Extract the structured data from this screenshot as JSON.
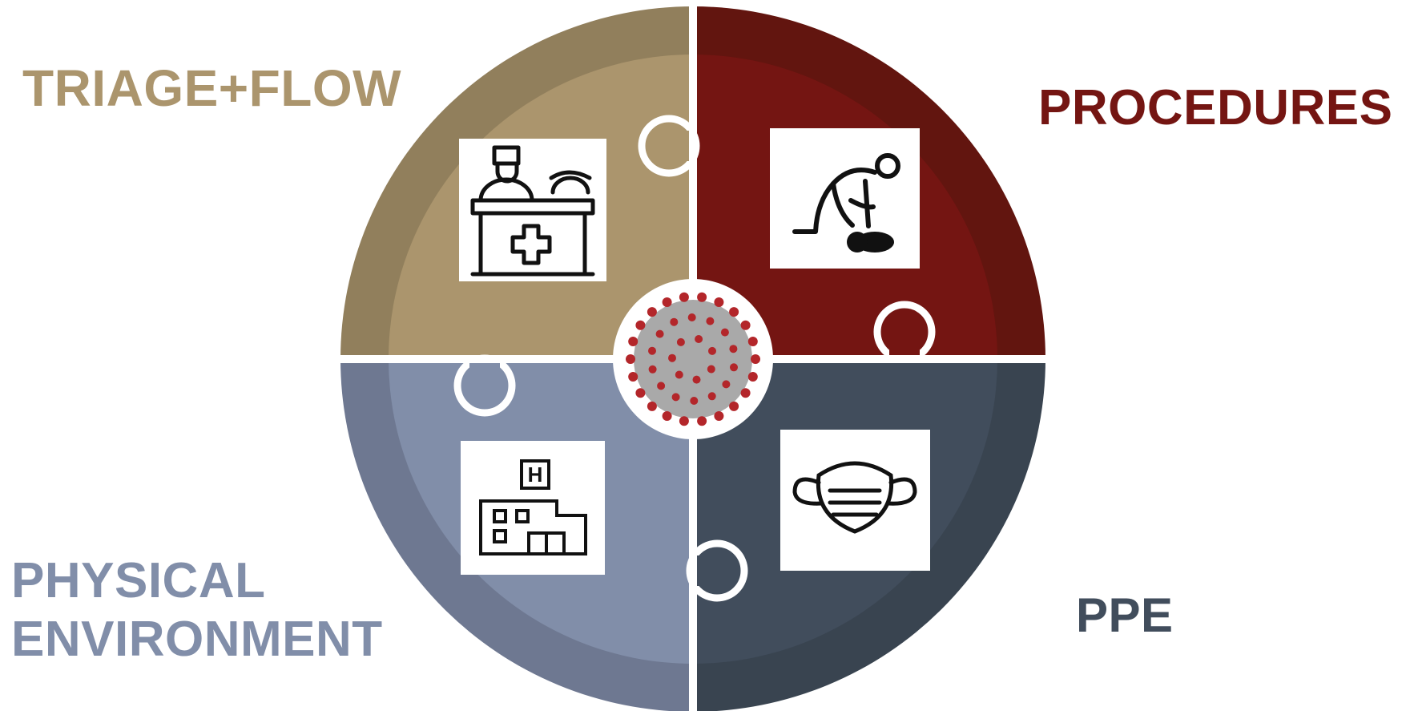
{
  "labels": {
    "triage_flow": "TRIAGE+FLOW",
    "procedures": "PROCEDURES",
    "physical_line1": "PHYSICAL",
    "physical_line2": "ENVIRONMENT",
    "ppe": "PPE",
    "hospital_sign_letter": "H"
  },
  "colors": {
    "triage_outer": "#917f5c",
    "triage_inner": "#ab956d",
    "procedures_outer": "#62150f",
    "procedures_inner": "#741512",
    "physical_outer": "#6e7891",
    "physical_inner": "#818ea9",
    "ppe_outer": "#394450",
    "ppe_inner": "#414d5c",
    "triage_text": "#ab956d",
    "procedures_text": "#741512",
    "physical_text": "#818ea9",
    "ppe_text": "#414d5c",
    "virus_body": "#a9a9a9",
    "virus_spike": "#b3262a"
  },
  "icons": {
    "triage": "reception-desk-nurse-icon",
    "procedures": "cpr-person-icon",
    "physical": "hospital-building-icon",
    "ppe": "face-mask-icon",
    "center": "coronavirus-icon"
  }
}
